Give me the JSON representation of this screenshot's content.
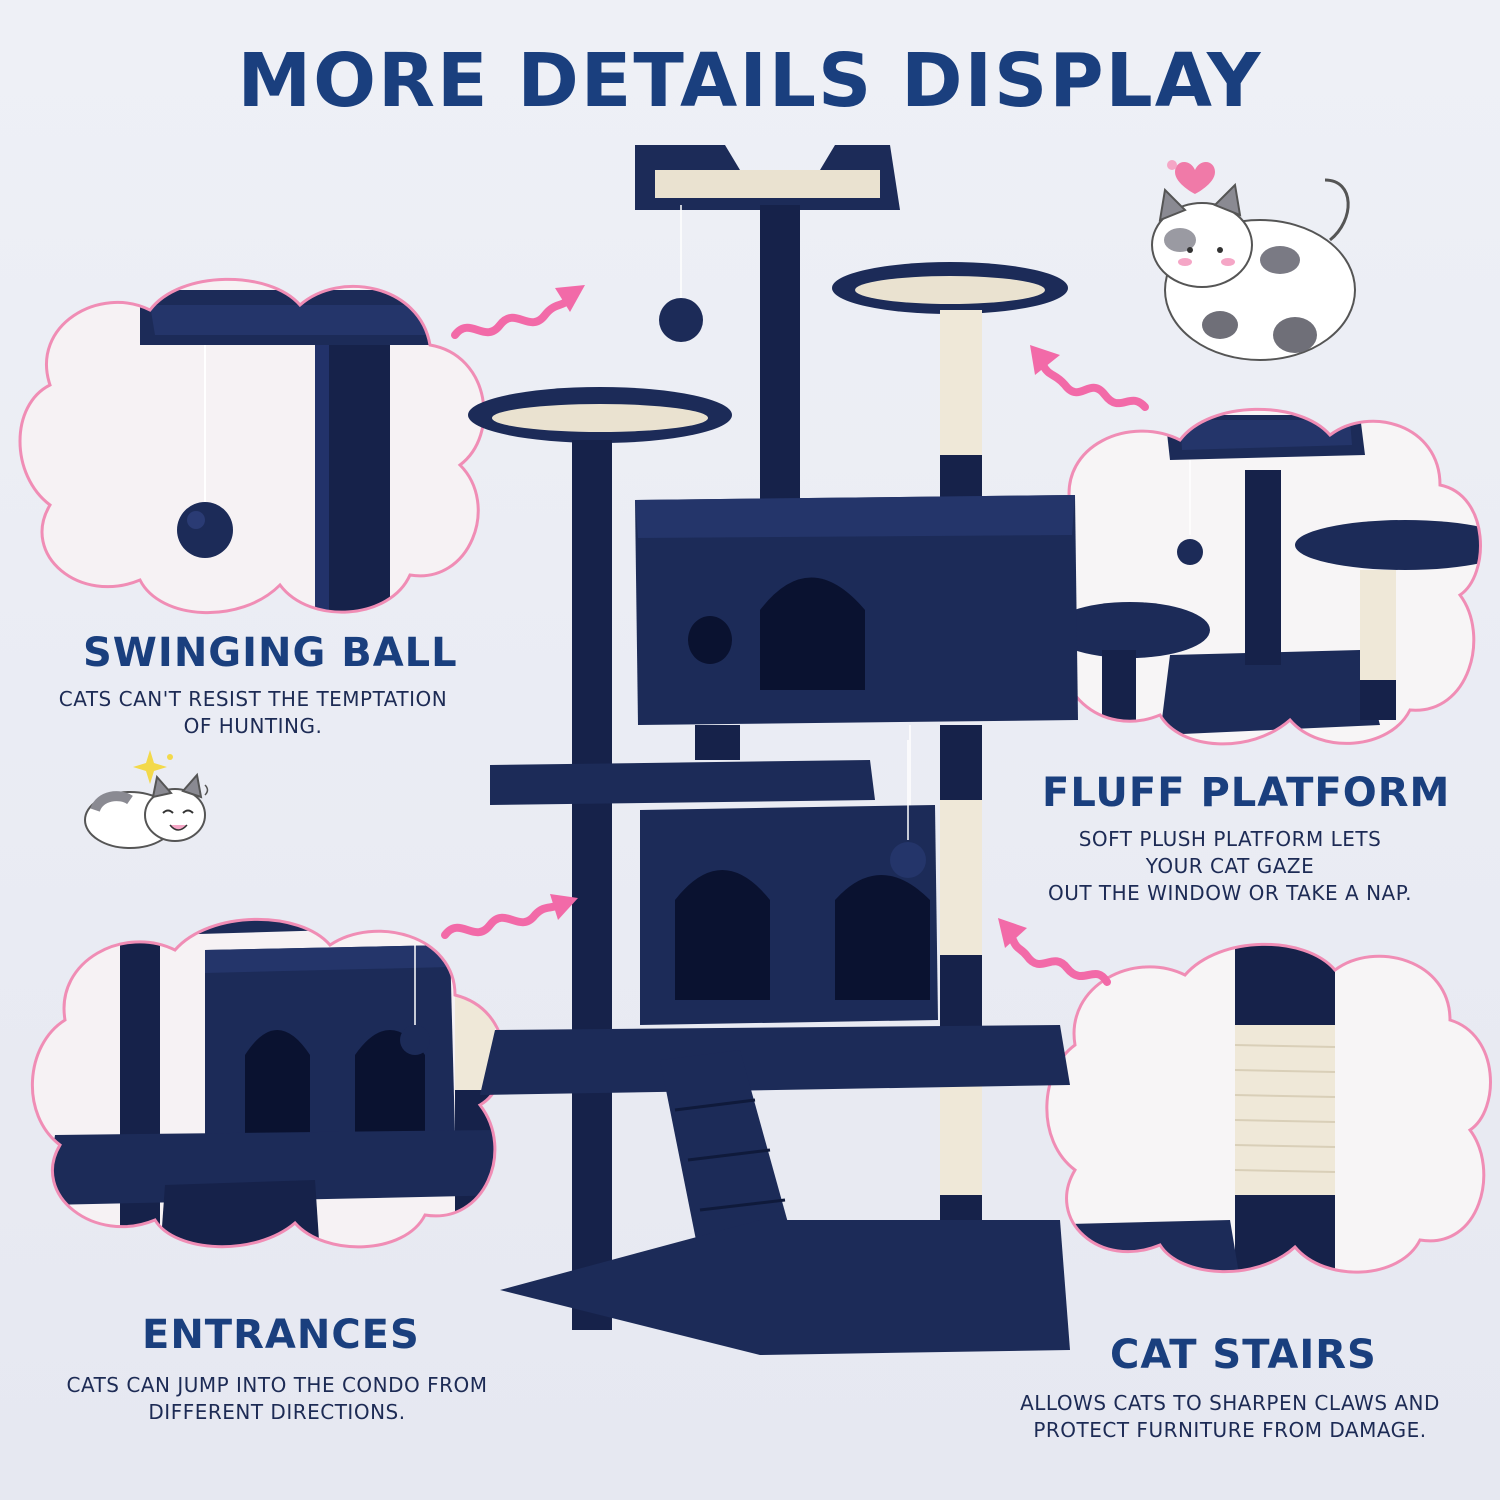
{
  "headline": "MORE DETAILS DISPLAY",
  "features": {
    "swinging_ball": {
      "title": "SWINGING BALL",
      "desc": [
        "CATS CAN'T RESIST THE TEMPTATION",
        "OF HUNTING."
      ]
    },
    "fluff_platform": {
      "title": "FLUFF PLATFORM",
      "desc": [
        "SOFT PLUSH PLATFORM LETS",
        "YOUR CAT GAZE",
        "OUT THE WINDOW OR TAKE A NAP."
      ]
    },
    "entrances": {
      "title": "ENTRANCES",
      "desc": [
        "CATS CAN JUMP INTO THE CONDO FROM",
        "DIFFERENT DIRECTIONS."
      ]
    },
    "cat_stairs": {
      "title": "CAT STAIRS",
      "desc": [
        "ALLOWS CATS TO SHARPEN CLAWS AND",
        "PROTECT FURNITURE FROM DAMAGE."
      ]
    }
  },
  "colors": {
    "navy_plush": "#1c2b58",
    "navy_shadow": "#0f1a3b",
    "sisal": "#efe8d8",
    "cloud_border": "#f08db5",
    "arrow_pink": "#f26aa8",
    "title_blue": "#1a3f7e",
    "background": "#e9ebf3"
  },
  "icons": [
    "pink-squiggle-arrow-icon",
    "cartoon-cat-heart-icon",
    "cartoon-cat-sparkle-icon"
  ]
}
